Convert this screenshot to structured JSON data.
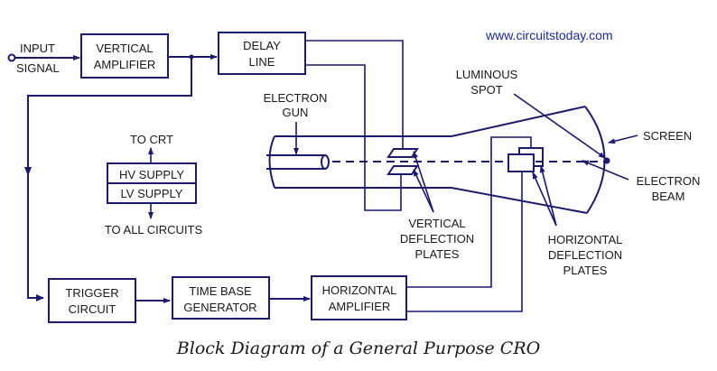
{
  "url": "www.circuitstoday.com",
  "caption": "Block Diagram of a General Purpose CRO",
  "input": {
    "line1": "INPUT",
    "line2": "SIGNAL"
  },
  "blocks": {
    "vertical_amplifier": {
      "line1": "VERTICAL",
      "line2": "AMPLIFIER"
    },
    "delay_line": {
      "line1": "DELAY",
      "line2": "LINE"
    },
    "hv_supply": "HV SUPPLY",
    "lv_supply": "LV SUPPLY",
    "trigger_circuit": {
      "line1": "TRIGGER",
      "line2": "CIRCUIT"
    },
    "time_base_generator": {
      "line1": "TIME BASE",
      "line2": "GENERATOR"
    },
    "horizontal_amplifier": {
      "line1": "HORIZONTAL",
      "line2": "AMPLIFIER"
    }
  },
  "labels": {
    "to_crt": "TO CRT",
    "to_all_circuits": "TO ALL CIRCUITS",
    "electron_gun": {
      "line1": "ELECTRON",
      "line2": "GUN"
    },
    "luminous_spot": {
      "line1": "LUMINOUS",
      "line2": "SPOT"
    },
    "screen": "SCREEN",
    "electron_beam": {
      "line1": "ELECTRON",
      "line2": "BEAM"
    },
    "vertical_plates": {
      "line1": "VERTICAL",
      "line2": "DEFLECTION",
      "line3": "PLATES"
    },
    "horizontal_plates": {
      "line1": "HORIZONTAL",
      "line2": "DEFLECTION",
      "line3": "PLATES"
    }
  },
  "colors": {
    "line": "#1c1a6e",
    "url": "#1a2a9a"
  }
}
